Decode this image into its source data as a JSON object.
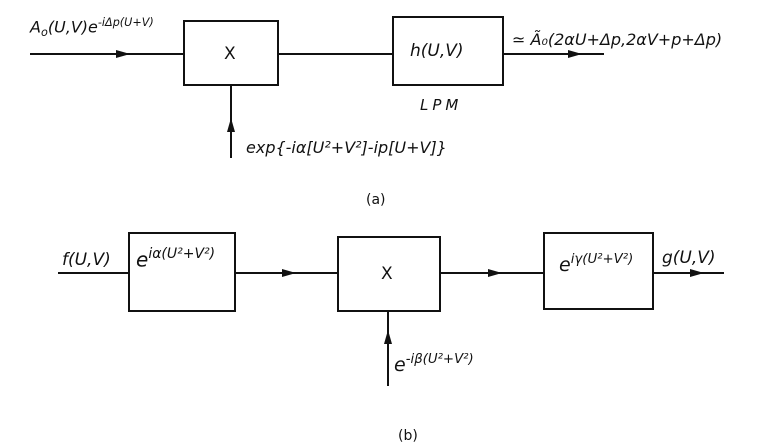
{
  "panel_a": {
    "input_signal": "A₀(U,V)e^{-iΔp(U+V)}",
    "input_base": "A",
    "input_sub": "o",
    "input_args": "(U,V)e",
    "input_exp": "-iΔp(U+V)",
    "multiplier_label": "X",
    "filter_label": "h(U,V)",
    "filter_caption": "LPM",
    "output_signal": "≃ Ã₀(2αU+Δp,2αV+p+Δp)",
    "modulation": "exp{-iα[U²+V²]-ip[U+V]}",
    "caption": "(a)"
  },
  "panel_b": {
    "input_signal": "f(U,V)",
    "chirp1_label": "e^{iα(U²+V²)}",
    "chirp1_base": "e",
    "chirp1_exp": "iα(U²+V²)",
    "multiplier_label": "X",
    "chirp2_label": "e^{iγ(U²+V²)}",
    "chirp2_base": "e",
    "chirp2_exp": "iγ(U²+V²)",
    "output_signal": "g(U,V)",
    "modulation": "e^{-iβ(U²+V²)}",
    "modulation_base": "e",
    "modulation_exp": "-iβ(U²+V²)",
    "caption": "(b)"
  }
}
